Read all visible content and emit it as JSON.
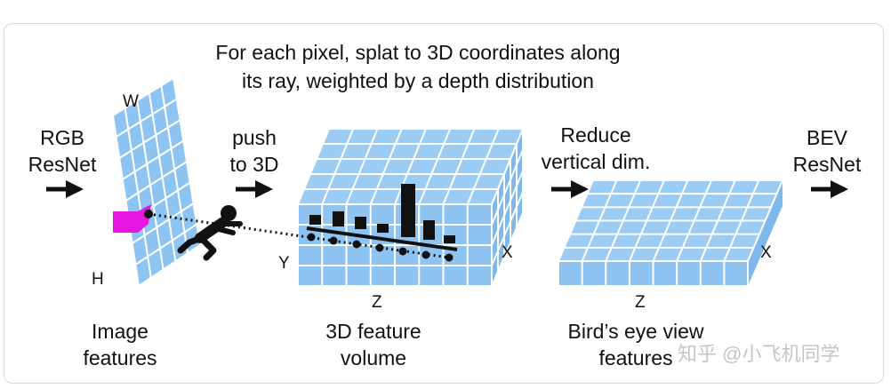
{
  "caption": {
    "line1": "For each pixel, splat to 3D coordinates along",
    "line2": "its ray, weighted by a depth distribution"
  },
  "stages": {
    "rgb": {
      "line1": "RGB",
      "line2": "ResNet"
    },
    "push": {
      "line1": "push",
      "line2": "to 3D"
    },
    "reduce": {
      "line1": "Reduce",
      "line2": "vertical dim."
    },
    "bev": {
      "line1": "BEV",
      "line2": "ResNet"
    }
  },
  "image_features": {
    "label_line1": "Image",
    "label_line2": "features",
    "axis_w": "W",
    "axis_h": "H"
  },
  "volume": {
    "label_line1": "3D feature",
    "label_line2": "volume",
    "axis_y": "Y",
    "axis_x": "X",
    "axis_z": "Z"
  },
  "bev_features": {
    "label_line1": "Bird’s eye view",
    "label_line2": "features",
    "axis_x": "X",
    "axis_z": "Z"
  },
  "watermark": "知乎 @小飞机同学",
  "colors": {
    "cell_blue": "#8ec4f2",
    "grid_line": "#ffffff",
    "highlight_pixel": "#e416e0",
    "ink": "#111111"
  }
}
